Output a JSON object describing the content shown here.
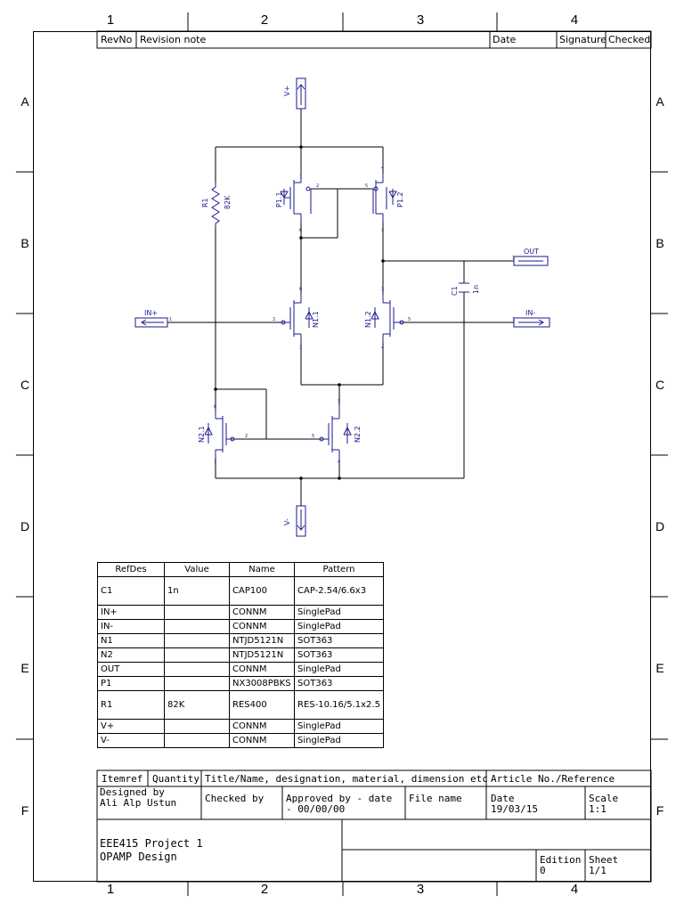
{
  "frame": {
    "column_labels": [
      "1",
      "2",
      "3",
      "4"
    ],
    "row_labels": [
      "A",
      "B",
      "C",
      "D",
      "E",
      "F"
    ]
  },
  "revision_block": {
    "rev_no": "RevNo",
    "revision_note": "Revision note",
    "date": "Date",
    "signature": "Signature",
    "checked": "Checked"
  },
  "schematic": {
    "ports": {
      "v_plus": "V+",
      "v_minus": "V-",
      "in_plus": "IN+",
      "in_minus": "IN-",
      "out": "OUT"
    },
    "components": {
      "r1_ref": "R1",
      "r1_value": "82K",
      "c1_ref": "C1",
      "c1_value": "1n",
      "p11": "P1.1",
      "p12": "P1.2",
      "n11": "N1.1",
      "n12": "N1.2",
      "n21": "N2.1",
      "n22": "N2.2"
    },
    "pin_numbers": {
      "one": "1",
      "two": "2",
      "three": "3",
      "four": "4",
      "five": "5",
      "six": "6"
    }
  },
  "bom": {
    "headers": [
      "RefDes",
      "Value",
      "Name",
      "Pattern"
    ],
    "rows": [
      [
        "C1",
        "1n",
        "CAP100",
        "CAP-2.54/6.6x3"
      ],
      [
        "IN+",
        "",
        "CONNM",
        "SinglePad"
      ],
      [
        "IN-",
        "",
        "CONNM",
        "SinglePad"
      ],
      [
        "N1",
        "",
        "NTJD5121N",
        "SOT363"
      ],
      [
        "N2",
        "",
        "NTJD5121N",
        "SOT363"
      ],
      [
        "OUT",
        "",
        "CONNM",
        "SinglePad"
      ],
      [
        "P1",
        "",
        "NX3008PBKS",
        "SOT363"
      ],
      [
        "R1",
        "82K",
        "RES400",
        "RES-10.16/5.1x2.5"
      ],
      [
        "V+",
        "",
        "CONNM",
        "SinglePad"
      ],
      [
        "V-",
        "",
        "CONNM",
        "SinglePad"
      ]
    ]
  },
  "title_block": {
    "itemref": "Itemref",
    "quantity": "Quantity",
    "title_name": "Title/Name, designation, material, dimension etc",
    "article_no": "Article No./Reference",
    "designed_by_label": "Designed by",
    "designed_by_value": "Ali Alp Ustun",
    "checked_by_label": "Checked by",
    "approved_label": "Approved by - date",
    "approved_value": "- 00/00/00",
    "file_name_label": "File name",
    "date_label": "Date",
    "date_value": "19/03/15",
    "scale_label": "Scale",
    "scale_value": "1:1",
    "project_line1": "EEE415 Project 1",
    "project_line2": "OPAMP Design",
    "edition_label": "Edition",
    "edition_value": "0",
    "sheet_label": "Sheet",
    "sheet_value": "1/1"
  },
  "colors": {
    "frame": "#000000",
    "schematic_symbols": "#1a1a8c",
    "wires": "#000000"
  }
}
